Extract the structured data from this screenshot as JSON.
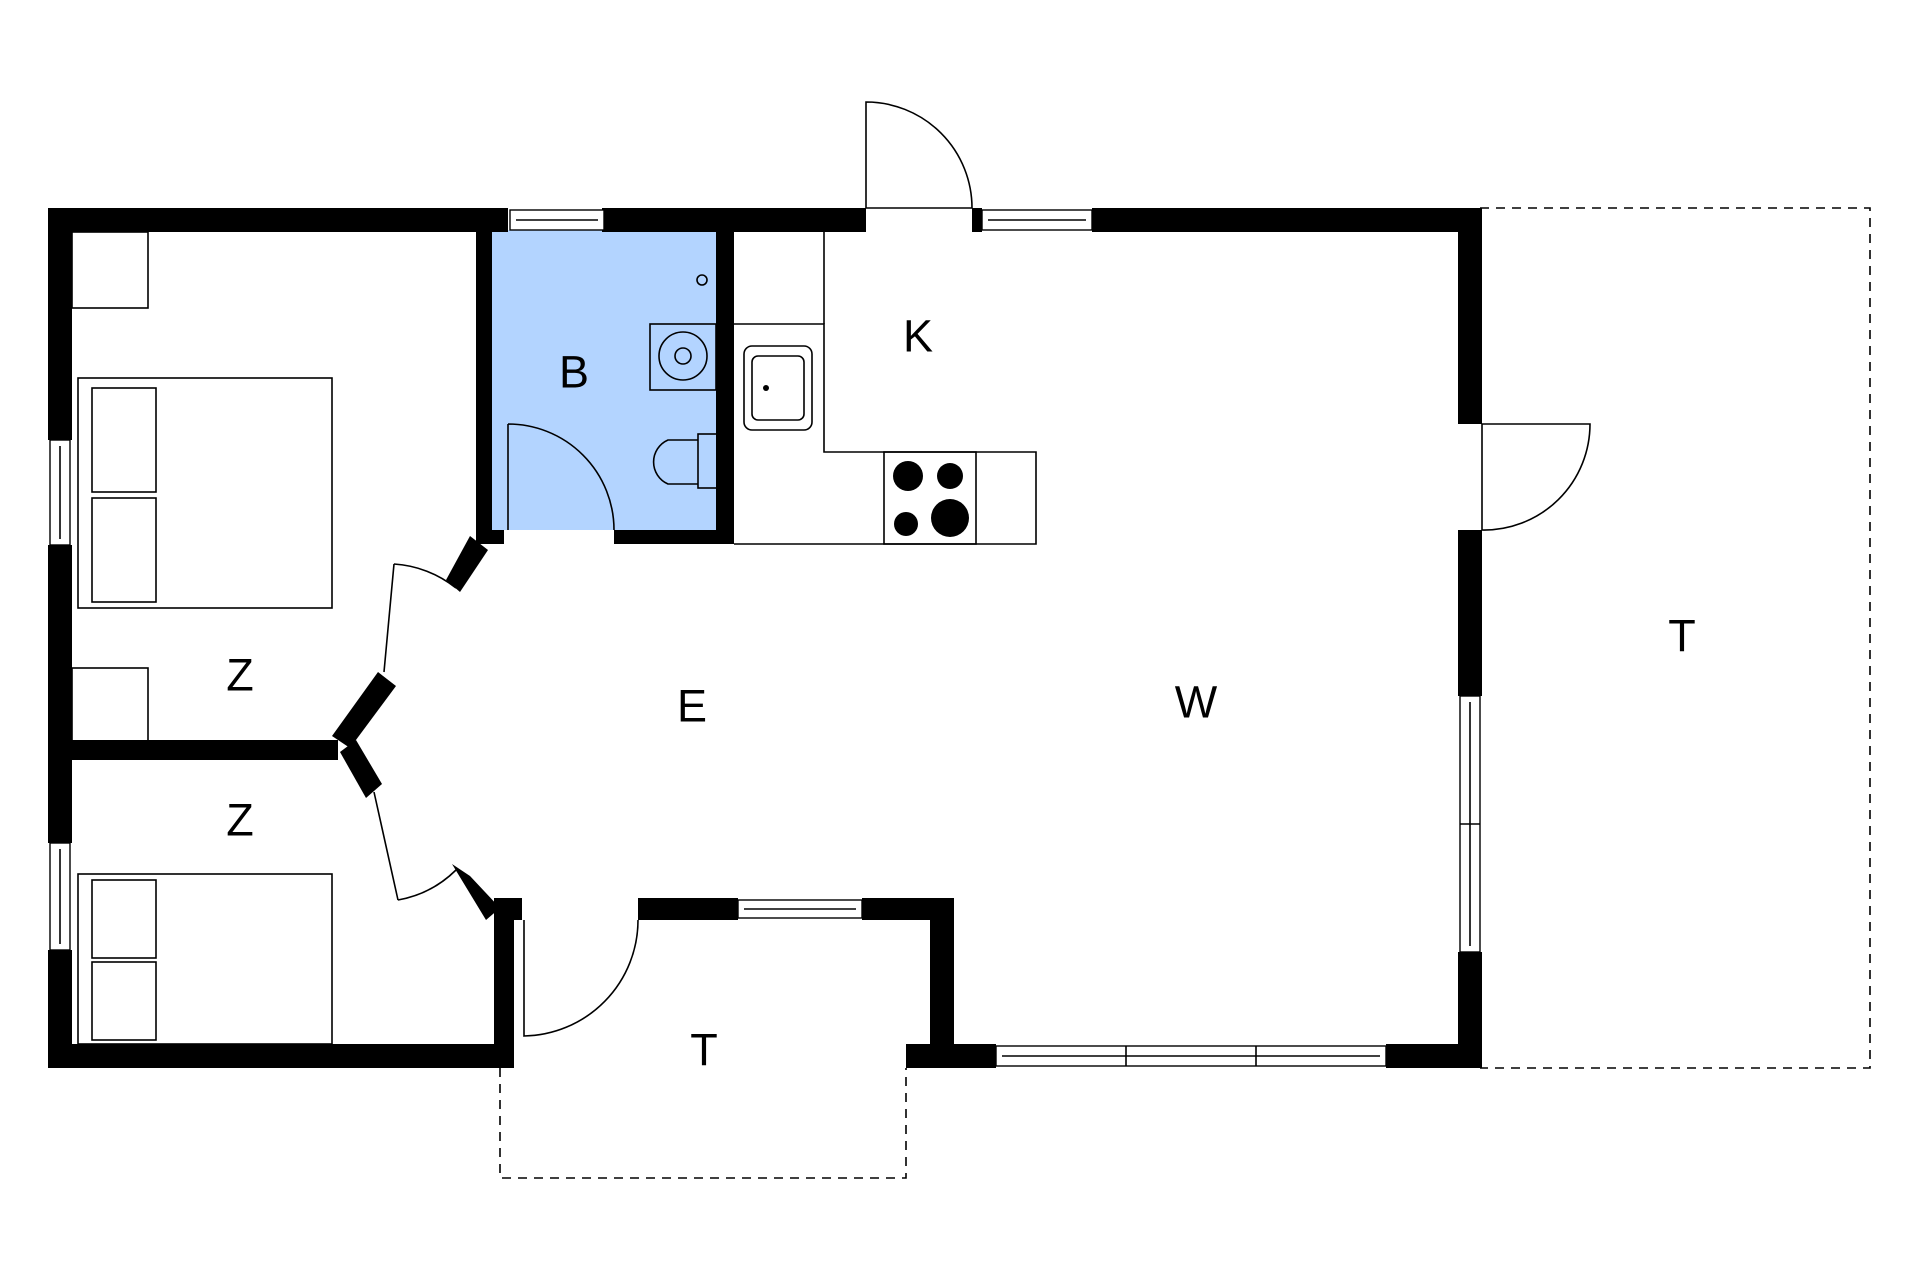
{
  "colors": {
    "wall": "#000000",
    "bathroom_fill": "#b3d4ff",
    "background": "#ffffff"
  },
  "rooms": {
    "bedroom_upper": "Z",
    "bedroom_lower": "Z",
    "bathroom": "B",
    "kitchen": "K",
    "entrance": "E",
    "living": "W",
    "terrace_right": "T",
    "terrace_bottom": "T"
  },
  "fixtures": [
    "double-bed",
    "double-bed",
    "toilet",
    "washbasin",
    "kitchen-sink",
    "cooktop",
    "floor-drain"
  ]
}
